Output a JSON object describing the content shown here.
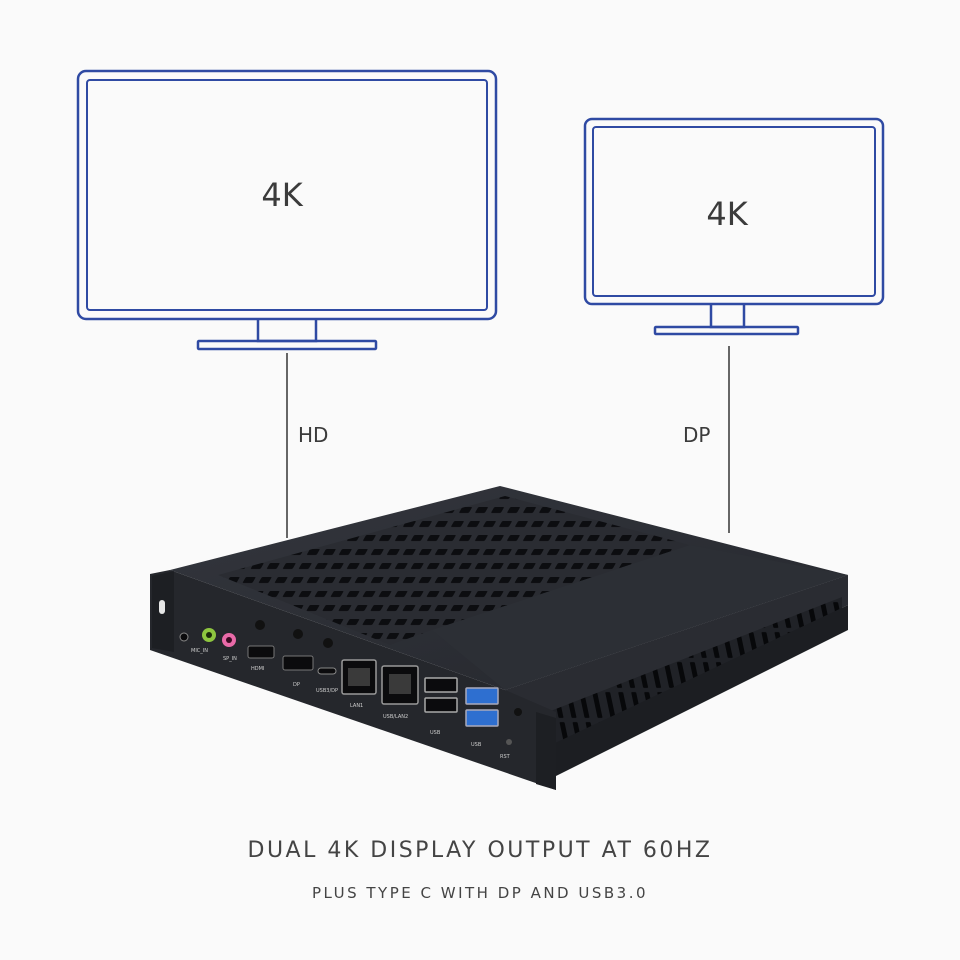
{
  "monitors": [
    {
      "resolution": "4K",
      "connection": "HD"
    },
    {
      "resolution": "4K",
      "connection": "DP"
    }
  ],
  "ports": [
    "MIC_IN",
    "SP_IN",
    "HDMI",
    "DP",
    "USB3/DP",
    "LAN1",
    "USB/LAN2",
    "USB",
    "USB",
    "RST"
  ],
  "caption": {
    "title": "DUAL 4K DISPLAY OUTPUT AT 60HZ",
    "subtitle": "PLUS TYPE C WITH DP AND USB3.0"
  },
  "colors": {
    "monitor_outline": "#2f4aa3",
    "device_body": "#23252b",
    "usb3_blue": "#2e6fd0",
    "mic_green": "#8ec63f",
    "speaker_pink": "#e96aa8"
  }
}
